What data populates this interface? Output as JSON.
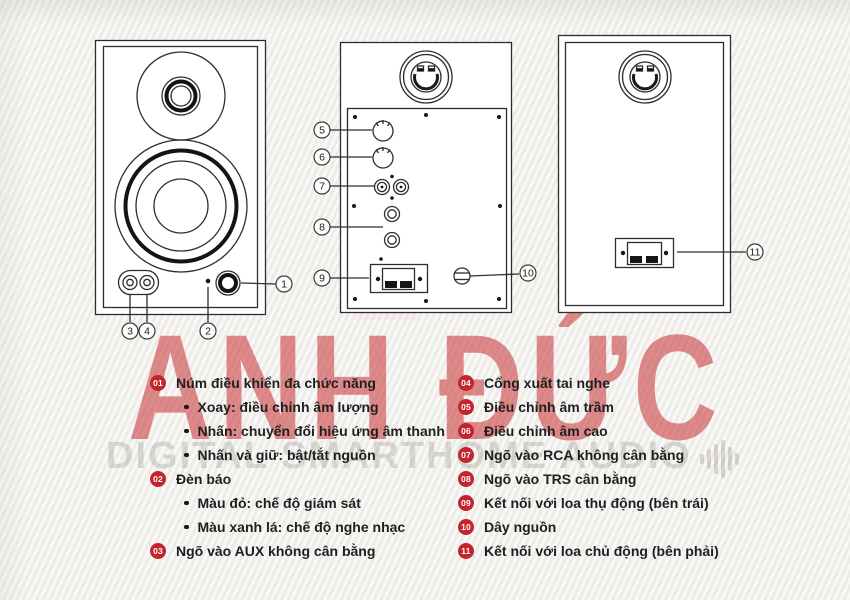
{
  "watermark": {
    "brand": "ANH ĐỨC",
    "tagline": "DIGITAL SMARTHOME AUDIO",
    "brand_color": "#c93032"
  },
  "diagram": {
    "callouts": {
      "c1": "1",
      "c2": "2",
      "c3": "3",
      "c4": "4",
      "c5": "5",
      "c6": "6",
      "c7": "7",
      "c8": "8",
      "c9": "9",
      "c10": "10",
      "c11": "11"
    }
  },
  "legend": {
    "badge_color": "#c4242b",
    "left": [
      {
        "num": "01",
        "label": "Núm điều khiển đa chức năng",
        "subitems": [
          "Xoay: điều chỉnh âm lượng",
          "Nhấn: chuyển đổi hiệu ứng âm thanh",
          "Nhấn và giữ: bật/tắt nguồn"
        ]
      },
      {
        "num": "02",
        "label": "Đèn báo",
        "subitems": [
          "Màu đỏ: chế độ giám sát",
          "Màu xanh lá: chế độ nghe nhạc"
        ]
      },
      {
        "num": "03",
        "label": "Ngõ vào AUX không cân bằng",
        "subitems": []
      }
    ],
    "right": [
      {
        "num": "04",
        "label": "Cổng xuất tai nghe"
      },
      {
        "num": "05",
        "label": "Điều chỉnh âm trầm"
      },
      {
        "num": "06",
        "label": "Điều chỉnh âm cao"
      },
      {
        "num": "07",
        "label": "Ngõ vào RCA không cân bằng"
      },
      {
        "num": "08",
        "label": "Ngõ vào TRS cân bằng"
      },
      {
        "num": "09",
        "label": "Kết nối với loa thụ động (bên trái)"
      },
      {
        "num": "10",
        "label": "Dây nguồn"
      },
      {
        "num": "11",
        "label": "Kết nối với loa chủ động (bên phải)"
      }
    ]
  }
}
